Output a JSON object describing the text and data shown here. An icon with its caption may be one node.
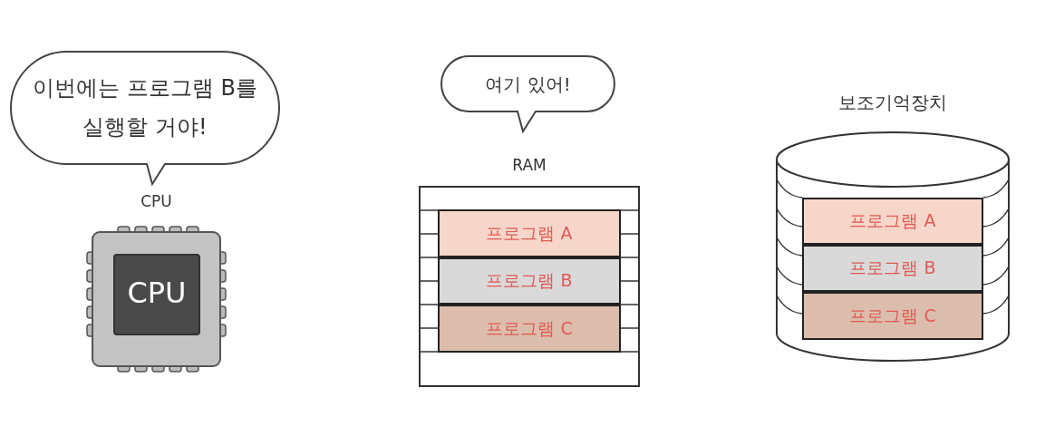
{
  "diagram": {
    "nodes": [
      {
        "text": [
          "이번에는 프로그램 B를 실행할 거야!"
        ]
      },
      {
        "text": [
          "CPU",
          "CPU"
        ]
      },
      {
        "text": [
          "여기 있어!"
        ]
      },
      {
        "text": [
          "RAM"
        ]
      },
      {
        "text": [
          "프로그램 A"
        ],
        "in": 3
      },
      {
        "text": [
          "프로그램 B"
        ],
        "in": 3
      },
      {
        "text": [
          "프로그램 C"
        ],
        "in": 3
      },
      {
        "text": [
          "보조기억장치"
        ]
      },
      {
        "text": [
          "프로그램 A"
        ],
        "in": 7
      },
      {
        "text": [
          "프로그램 B"
        ],
        "in": 7
      },
      {
        "text": [
          "프로그램 C"
        ],
        "in": 7
      }
    ]
  }
}
